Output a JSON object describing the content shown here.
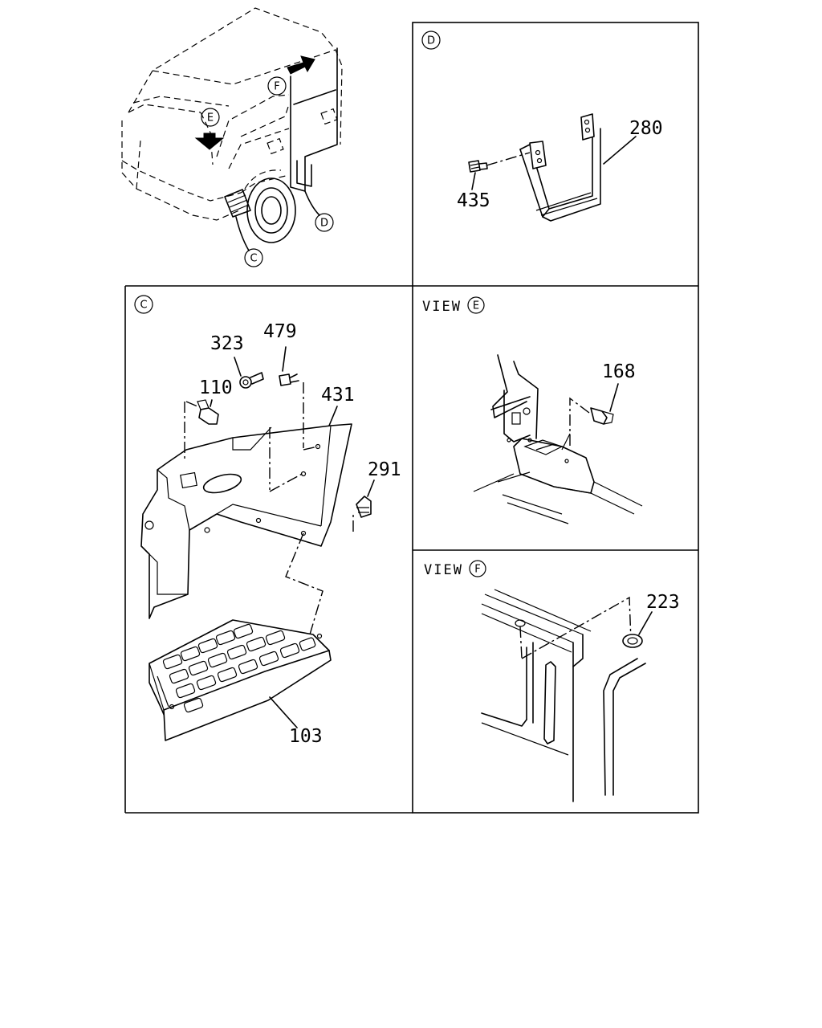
{
  "callouts": {
    "c": "C",
    "d": "D",
    "e": "E",
    "f": "F"
  },
  "view_prefix": "VIEW",
  "parts": {
    "p280": "280",
    "p435": "435",
    "p323": "323",
    "p479": "479",
    "p110": "110",
    "p431": "431",
    "p291": "291",
    "p103": "103",
    "p168": "168",
    "p223": "223"
  }
}
